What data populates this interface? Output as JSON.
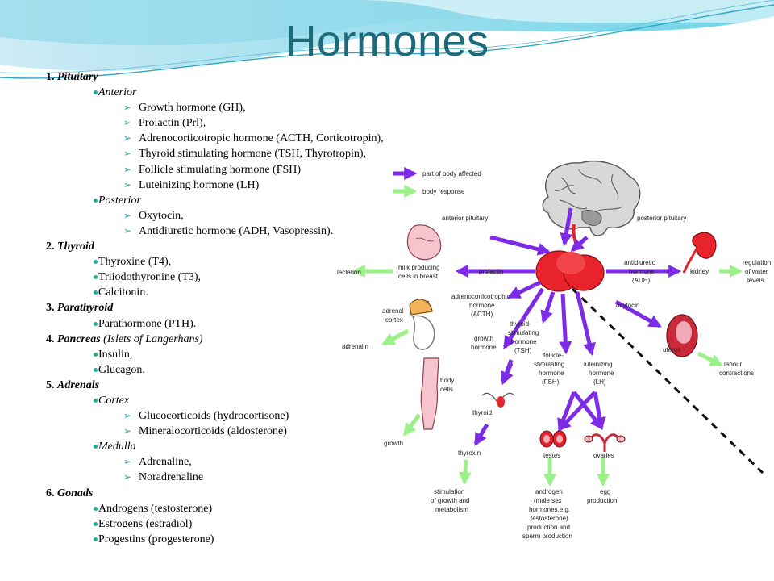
{
  "title": "Hormones",
  "outline": {
    "pituitary": {
      "num": "1.",
      "name": "Pituitary",
      "anterior": "Anterior",
      "anterior_items": [
        "Growth hormone (GH),",
        "Prolactin (Prl),",
        "Adrenocorticotropic hormone (ACTH, Corticotropin),",
        "Thyroid stimulating hormone (TSH, Thyrotropin),",
        "Follicle stimulating hormone (FSH)",
        "Luteinizing hormone (LH)"
      ],
      "posterior": "Posterior",
      "posterior_items": [
        "Oxytocin,",
        "Antidiuretic hormone (ADH, Vasopressin)."
      ]
    },
    "thyroid": {
      "num": "2.",
      "name": "Thyroid",
      "items": [
        "Thyroxine (T4),",
        "Triiodothyronine (T3),",
        "Calcitonin."
      ]
    },
    "parathyroid": {
      "num": "3.",
      "name": "Parathyroid",
      "items": [
        "Parathormone (PTH)."
      ]
    },
    "pancreas": {
      "num": "4.",
      "name": "Pancreas",
      "sub": "(Islets of Langerhans)",
      "items": [
        "Insulin,",
        "Glucagon."
      ]
    },
    "adrenals": {
      "num": "5.",
      "name": "Adrenals",
      "cortex": "Cortex",
      "cortex_items": [
        "Glucocorticoids (hydrocortisone)",
        "Mineralocorticoids (aldosterone)"
      ],
      "medulla": "Medulla",
      "medulla_items": [
        "Adrenaline,",
        "Noradrenaline"
      ]
    },
    "gonads": {
      "num": "6.",
      "name": "Gonads",
      "items": [
        "Androgens (testosterone)",
        "Estrogens (estradiol)",
        "Progestins (progesterone)"
      ]
    }
  },
  "diagram": {
    "legend": {
      "affected": "part of body affected",
      "response": "body response"
    },
    "labels": {
      "anterior_pituitary": "anterior pituitary",
      "posterior_pituitary": "posterior pituitary",
      "lactation": "lactation",
      "milk_1": "milk producing",
      "milk_2": "cells in breast",
      "prolactin": "prolactin",
      "adh_1": "antidiuretic",
      "adh_2": "hormone",
      "adh_3": "(ADH)",
      "kidney": "kidney",
      "reg_1": "regulation",
      "reg_2": "of water",
      "reg_3": "levels",
      "acth_1": "adrenocorticotrophic",
      "acth_2": "hormone",
      "acth_3": "(ACTH)",
      "oxytocin": "oxytocin",
      "adrenal_1": "adrenal",
      "adrenal_2": "cortex",
      "adrenalin": "adrenalin",
      "gh_1": "growth",
      "gh_2": "hormone",
      "tsh_1": "thyroid-",
      "tsh_2": "stimulating",
      "tsh_3": "hormone",
      "tsh_4": "(TSH)",
      "fsh_1": "follicle-",
      "fsh_2": "stimulating",
      "fsh_3": "hormone",
      "fsh_4": "(FSH)",
      "lh_1": "luteinizing",
      "lh_2": "hormone",
      "lh_3": "(LH)",
      "uterus": "uterus",
      "labour_1": "labour",
      "labour_2": "contractions",
      "body_1": "body",
      "body_2": "cells",
      "thyroid": "thyroid",
      "growth": "growth",
      "thyroxin": "thyroxin",
      "testes": "testes",
      "ovaries": "ovaries",
      "stim_1": "stimulation",
      "stim_2": "of growth and",
      "stim_3": "metabolism",
      "andro_1": "androgen",
      "andro_2": "(male sex",
      "andro_3": "hormones,e.g.",
      "andro_4": "testosterone)",
      "andro_5": "production and",
      "andro_6": "sperm production",
      "egg_1": "egg",
      "egg_2": "production"
    }
  },
  "colors": {
    "title": "#1c6a7a",
    "bullet": "#1faf9a",
    "affected": "#7d2be6",
    "response": "#9cf08a",
    "gland": "#e8232b"
  }
}
